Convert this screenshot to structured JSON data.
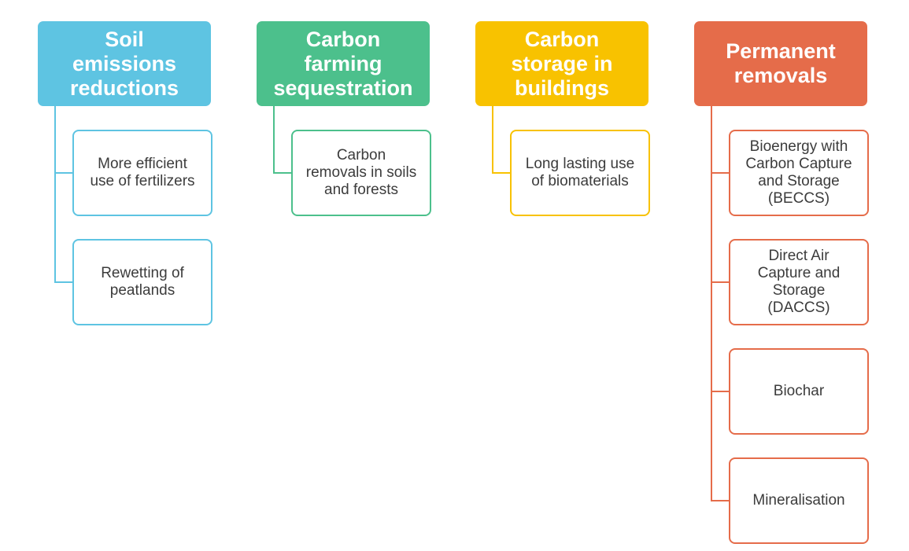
{
  "colors": {
    "soil": "#5ec4e2",
    "farming": "#4cc08c",
    "buildings": "#f8c200",
    "removals": "#e56c4a"
  },
  "columns": [
    {
      "title": "Soil\nemissions\nreductions",
      "items": [
        "More efficient\nuse of fertilizers",
        "Rewetting of\npeatlands"
      ]
    },
    {
      "title": "Carbon\nfarming\nsequestration",
      "items": [
        "Carbon\nremovals in soils\nand forests"
      ]
    },
    {
      "title": "Carbon\nstorage in\nbuildings",
      "items": [
        "Long lasting use\nof biomaterials"
      ]
    },
    {
      "title": "Permanent\nremovals",
      "items": [
        "Bioenergy with\nCarbon Capture\nand Storage\n(BECCS)",
        "Direct Air\nCapture and\nStorage\n(DACCS)",
        "Biochar",
        "Mineralisation"
      ]
    }
  ]
}
